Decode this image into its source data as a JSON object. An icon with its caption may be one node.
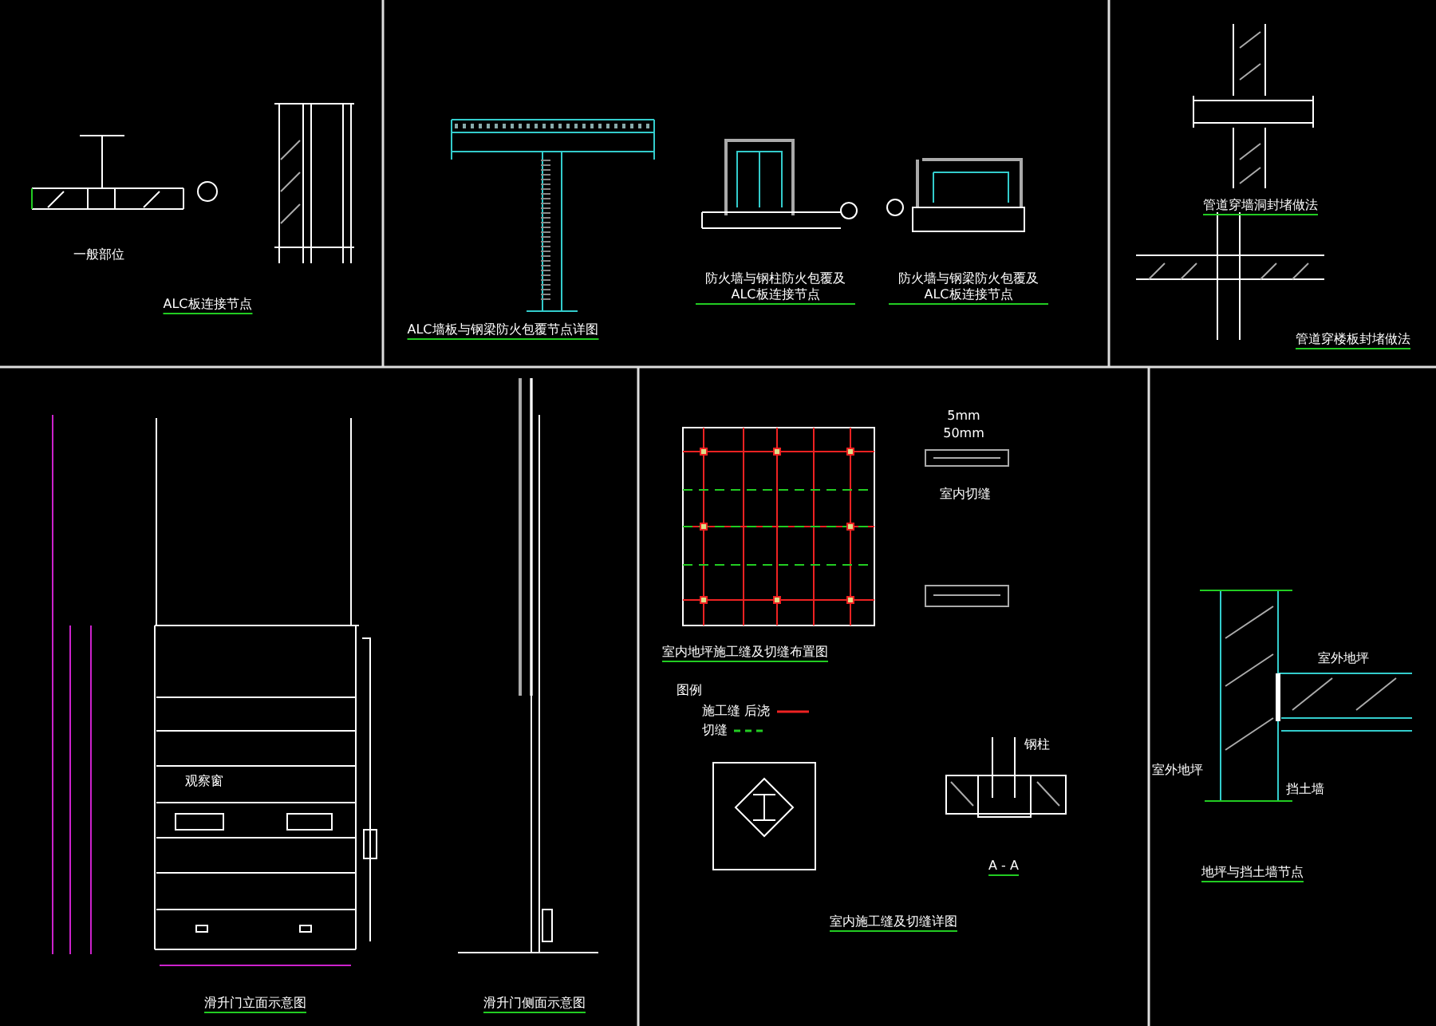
{
  "diagram": {
    "labels": [
      "一般部位",
      "ALC板连接节点",
      "ALC墙板与钢梁防火包覆节点详图",
      "防火墙与钢柱防火包覆及ALC板连接节点",
      "防火墙与钢梁防火包覆及ALC板连接节点",
      "管道穿墙洞封堵做法",
      "管道穿楼板封堵做法",
      "观察窗",
      "滑升门立面示意图",
      "滑升门侧面示意图",
      "室内地坪施工缝及切缝布置图",
      "5mm",
      "50mm",
      "室内切缝",
      "图例",
      "钢柱",
      "A - A",
      "室内施工缝及切缝详图",
      "室外地坪",
      "挡土墙",
      "室外地坪",
      "地坪与挡土墙节点"
    ],
    "legend": [
      {
        "text": "施工缝 后浇"
      },
      {
        "text": "切缝"
      }
    ]
  }
}
